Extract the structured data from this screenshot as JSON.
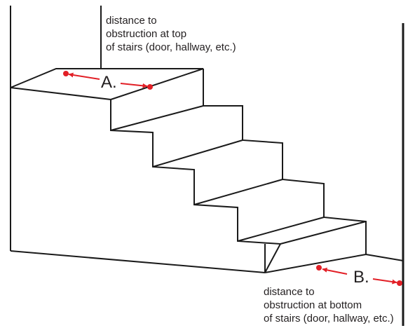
{
  "annotations": {
    "top": {
      "label": "A.",
      "caption": "distance to\nobstruction at top\nof stairs (door, hallway, etc.)"
    },
    "bottom": {
      "label": "B.",
      "caption": "distance to\nobstruction at bottom\nof stairs  (door, hallway, etc.)"
    }
  },
  "colors": {
    "line": "#1a1a1a",
    "marker": "#e21f26",
    "text": "#231f20"
  }
}
